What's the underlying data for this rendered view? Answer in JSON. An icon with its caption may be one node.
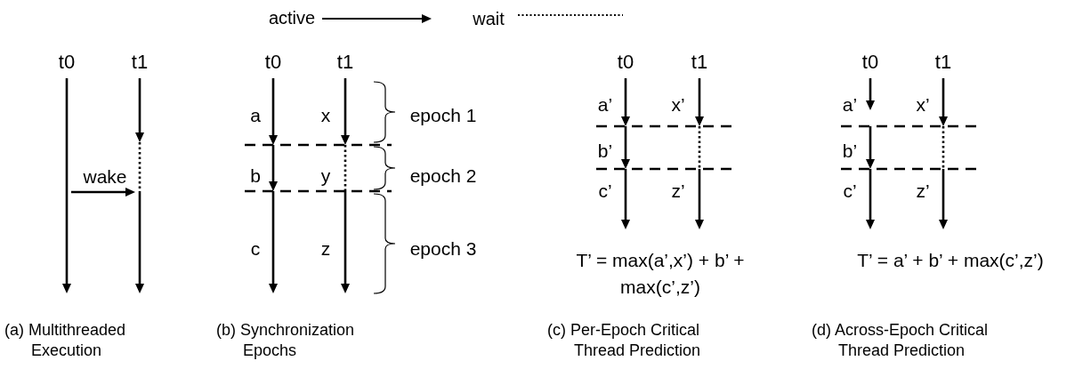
{
  "diagram": {
    "nodes": [
      {
        "text": [
          "t0"
        ]
      },
      {
        "text": [
          "t1"
        ]
      },
      {
        "text": [
          "t0"
        ]
      },
      {
        "text": [
          "t1"
        ]
      },
      {
        "text": [
          "t0"
        ]
      },
      {
        "text": [
          "t1"
        ]
      },
      {
        "text": [
          "t0"
        ]
      },
      {
        "text": [
          "t1"
        ]
      }
    ],
    "edges": [
      {
        "from": 0,
        "to": null,
        "arrow": "to"
      },
      {
        "from": 1,
        "to": null,
        "arrow": "to"
      },
      {
        "from": 2,
        "to": null,
        "arrow": "to"
      },
      {
        "from": 3,
        "to": null,
        "arrow": "to"
      },
      {
        "from": 4,
        "to": null,
        "arrow": "to"
      },
      {
        "from": 5,
        "to": null,
        "arrow": "to"
      },
      {
        "from": 6,
        "to": null,
        "arrow": "to"
      },
      {
        "from": 7,
        "to": null,
        "arrow": "to"
      }
    ],
    "labels": [
      "wake",
      "a",
      "x",
      "epoch 1",
      "b",
      "y",
      "epoch 2",
      "c",
      "z",
      "epoch 3",
      "a’",
      "x’",
      "b’",
      "c’",
      "z’",
      "a’",
      "x’",
      "b’",
      "c’",
      "z’",
      "T’ = max(a’,x’) + b’ + max(c’,z’)",
      "T’ = a’ + b’ + max(c’,z’)",
      "(a) Multithreaded Execution",
      "(b) Synchronization Epochs",
      "(c) Per-Epoch Critical Thread Prediction",
      "(d) Across-Epoch Critical Thread Prediction"
    ],
    "legend": [
      {
        "text": "active"
      },
      {
        "text": "wait"
      }
    ]
  }
}
